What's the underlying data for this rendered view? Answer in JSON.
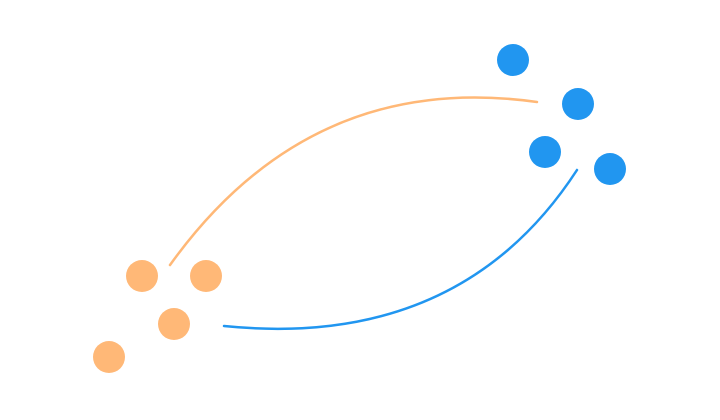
{
  "diagram": {
    "background": "#ffffff",
    "colors": {
      "orange": "#ffb877",
      "blue": "#2196f0"
    },
    "groups": [
      {
        "name": "orange-group",
        "color": "orange",
        "count": 4
      },
      {
        "name": "blue-group",
        "color": "blue",
        "count": 4
      }
    ],
    "connectors": [
      {
        "name": "orange-arc-connector",
        "color": "orange",
        "from": "orange-group",
        "to": "blue-group"
      },
      {
        "name": "blue-arc-connector",
        "color": "blue",
        "from": "blue-group",
        "to": "orange-group"
      }
    ]
  }
}
